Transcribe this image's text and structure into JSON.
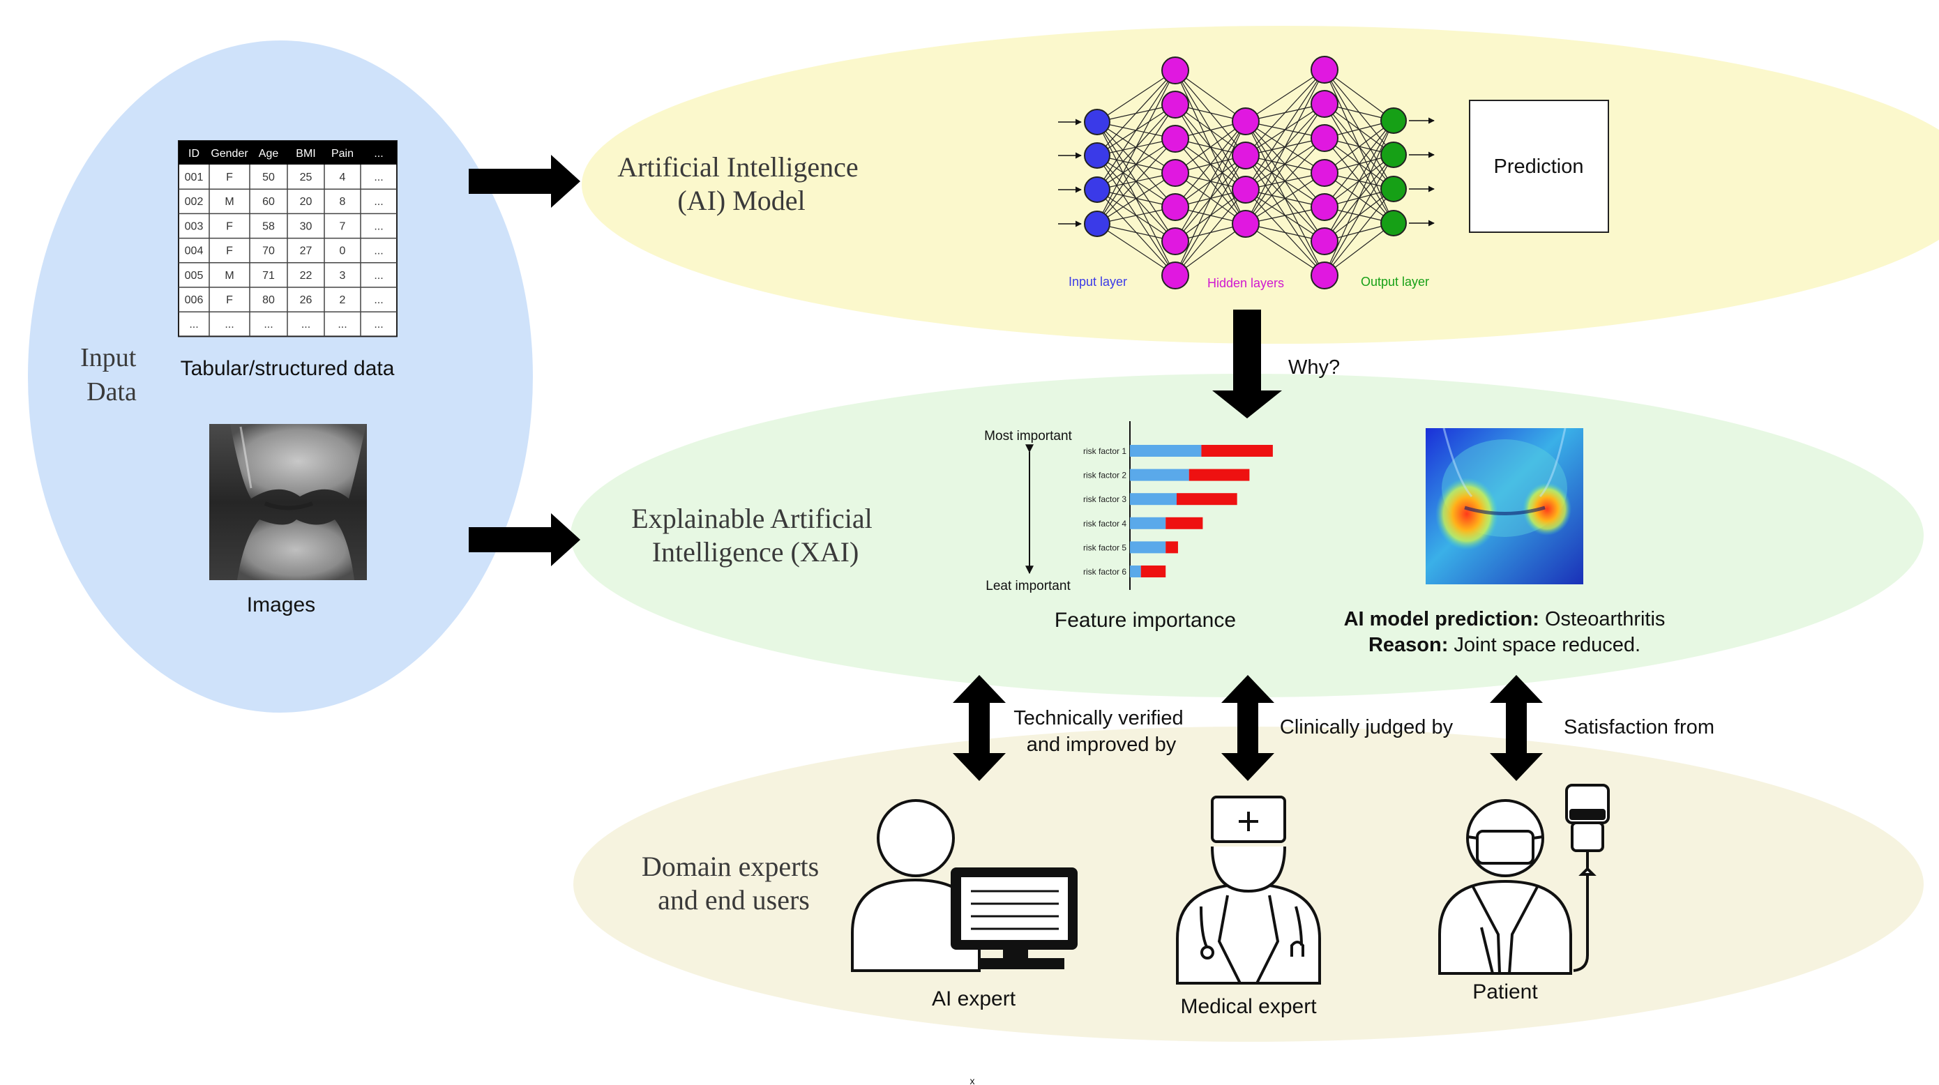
{
  "input_data": {
    "title_lines": [
      "Input",
      "Data"
    ],
    "table": {
      "headers": [
        "ID",
        "Gender",
        "Age",
        "BMI",
        "Pain",
        "..."
      ],
      "rows": [
        [
          "001",
          "F",
          "50",
          "25",
          "4",
          "..."
        ],
        [
          "002",
          "M",
          "60",
          "20",
          "8",
          "..."
        ],
        [
          "003",
          "F",
          "58",
          "30",
          "7",
          "..."
        ],
        [
          "004",
          "F",
          "70",
          "27",
          "0",
          "..."
        ],
        [
          "005",
          "M",
          "71",
          "22",
          "3",
          "..."
        ],
        [
          "006",
          "F",
          "80",
          "26",
          "2",
          "..."
        ],
        [
          "...",
          "...",
          "...",
          "...",
          "...",
          "..."
        ]
      ]
    },
    "table_caption": "Tabular/structured data",
    "images_caption": "Images"
  },
  "ai_model": {
    "title_lines": [
      "Artificial Intelligence",
      "(AI) Model"
    ],
    "input_layer_label": "Input layer",
    "hidden_layers_label": "Hidden layers",
    "output_layer_label": "Output layer",
    "prediction_label": "Prediction"
  },
  "why_label": "Why?",
  "xai": {
    "title_lines": [
      "Explainable  Artificial",
      "Intelligence (XAI)"
    ],
    "most_important": "Most important",
    "least_important": "Leat important",
    "feature_importance_caption": "Feature importance",
    "prediction_label": "AI model prediction:",
    "prediction_value": " Osteoarthritis",
    "reason_label": "Reason:",
    "reason_value": " Joint space reduced."
  },
  "chart_data": {
    "type": "bar",
    "orientation": "horizontal",
    "stacked": true,
    "categories": [
      "risk factor 1",
      "risk factor 2",
      "risk factor 3",
      "risk factor 4",
      "risk factor 5",
      "risk factor 6"
    ],
    "series": [
      {
        "color": "#5aa9ea",
        "values": [
          5.2,
          4.3,
          3.4,
          2.6,
          2.6,
          0.8
        ]
      },
      {
        "color": "#ee1111",
        "values": [
          5.2,
          4.4,
          4.4,
          2.7,
          0.9,
          1.8
        ]
      }
    ],
    "grid": false
  },
  "links": {
    "technical": [
      "Technically verified",
      "and improved by"
    ],
    "clinical": "Clinically judged by",
    "satisfaction": "Satisfaction from"
  },
  "users": {
    "title_lines": [
      "Domain experts",
      "and end users"
    ],
    "ai_expert": "AI expert",
    "medical_expert": "Medical expert",
    "patient": "Patient"
  },
  "footer_mark": "x",
  "colors": {
    "input_blue": "#cfe2fa",
    "model_yellow": "#fbf8cc",
    "xai_green": "#e7f8e3",
    "users_beige": "#f6f3df",
    "input_node": "#3a3ae8",
    "hidden_node": "#e018e0",
    "output_node": "#16a016"
  }
}
